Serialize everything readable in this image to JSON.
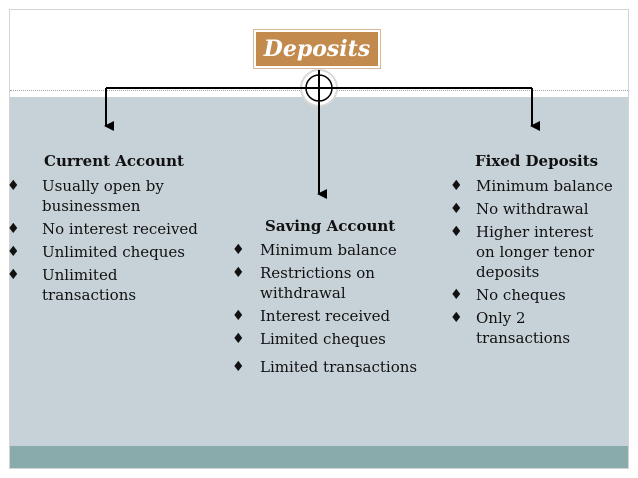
{
  "diagram": {
    "title": "Deposits",
    "columns": [
      {
        "heading": "Current Account",
        "items": [
          "Usually open by businessmen",
          "No interest received",
          "Unlimited cheques",
          "Unlimited transactions"
        ]
      },
      {
        "heading": "Saving Account",
        "items": [
          "Minimum balance",
          "Restrictions on withdrawal",
          "Interest received",
          "Limited cheques",
          "Limited transactions"
        ]
      },
      {
        "heading": "Fixed Deposits",
        "items": [
          "Minimum balance",
          "No withdrawal",
          "Higher interest on longer tenor deposits",
          "No cheques",
          "Only 2 transactions"
        ]
      }
    ],
    "bullet_icon": "diamond-bullet-icon",
    "colors": {
      "title_fill": "#c28a4d",
      "content_band": "#c7d2d8",
      "bottom_band": "#8aabac",
      "connector": "#000000"
    }
  }
}
